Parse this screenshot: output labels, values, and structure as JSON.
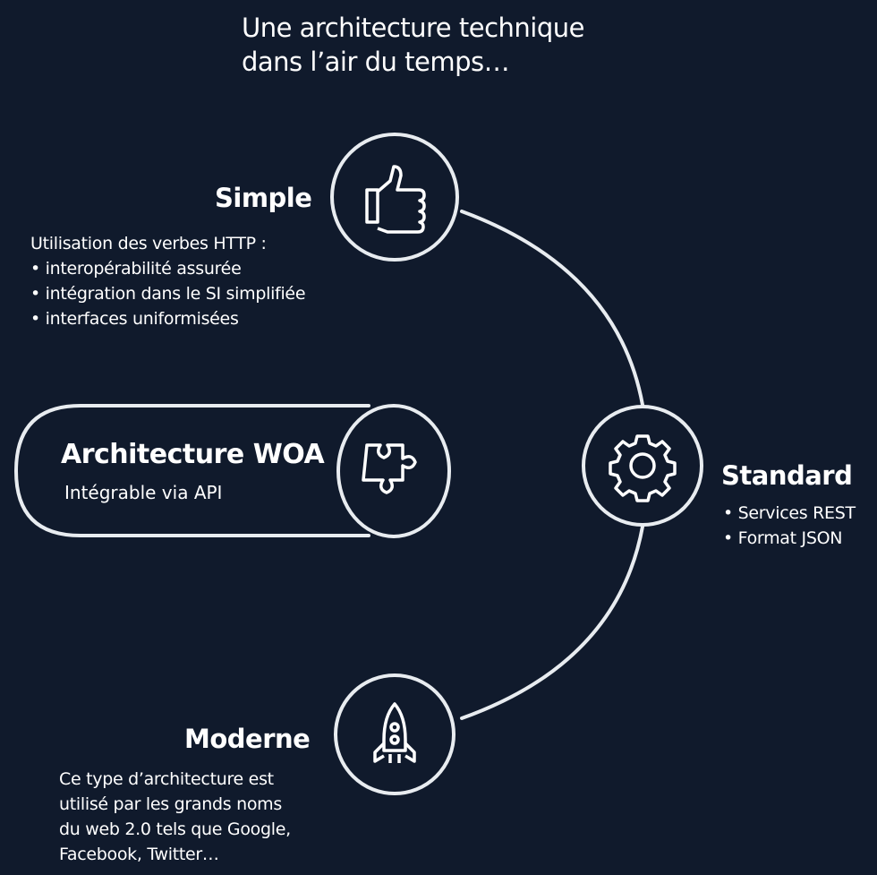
{
  "title": [
    "Une architecture technique",
    "dans l’air du temps…"
  ],
  "simple": {
    "heading": "Simple",
    "intro": "Utilisation des verbes HTTP :",
    "bullets": [
      "• interopérabilité assurée",
      "• intégration dans le SI simplifiée",
      "• interfaces uniformisées"
    ],
    "icon": "thumbs-up-icon"
  },
  "woa": {
    "heading": "Architecture WOA",
    "subtitle": "Intégrable via API",
    "icon": "puzzle-piece-icon"
  },
  "standard": {
    "heading": "Standard",
    "bullets": [
      "• Services REST",
      "• Format JSON"
    ],
    "icon": "gear-icon"
  },
  "moderne": {
    "heading": "Moderne",
    "lines": [
      "Ce type d’architecture est",
      "utilisé par les grands noms",
      "du web 2.0 tels que Google,",
      "Facebook, Twitter…"
    ],
    "icon": "rocket-icon"
  },
  "colors": {
    "background": "#101a2c",
    "stroke": "#ffffff"
  }
}
